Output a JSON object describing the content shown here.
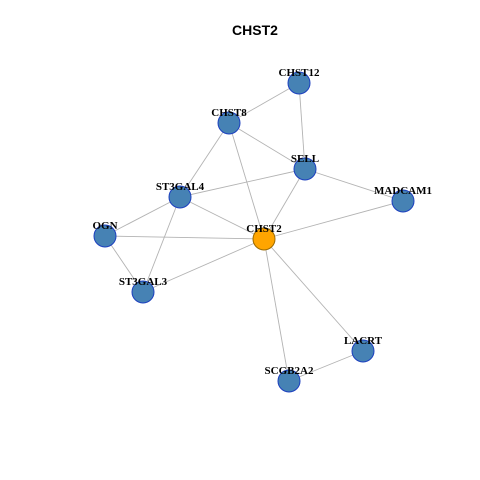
{
  "title": "CHST2",
  "colors": {
    "edge": "#b3b3b3",
    "node_fill": "#4682b4",
    "node_stroke": "#1c3fbf",
    "center_fill": "#ffa500",
    "center_stroke": "#9c6a00"
  },
  "graph": {
    "center": "CHST2",
    "nodes": [
      {
        "id": "CHST12",
        "label": "CHST12"
      },
      {
        "id": "CHST8",
        "label": "CHST8"
      },
      {
        "id": "SELL",
        "label": "SELL"
      },
      {
        "id": "MADCAM1",
        "label": "MADCAM1"
      },
      {
        "id": "ST3GAL4",
        "label": "ST3GAL4"
      },
      {
        "id": "OGN",
        "label": "OGN"
      },
      {
        "id": "CHST2",
        "label": "CHST2"
      },
      {
        "id": "ST3GAL3",
        "label": "ST3GAL3"
      },
      {
        "id": "LACRT",
        "label": "LACRT"
      },
      {
        "id": "SCGB2A2",
        "label": "SCGB2A2"
      }
    ],
    "edges": [
      [
        "CHST12",
        "CHST8"
      ],
      [
        "CHST12",
        "SELL"
      ],
      [
        "CHST8",
        "SELL"
      ],
      [
        "CHST8",
        "ST3GAL4"
      ],
      [
        "CHST8",
        "CHST2"
      ],
      [
        "SELL",
        "ST3GAL4"
      ],
      [
        "SELL",
        "MADCAM1"
      ],
      [
        "SELL",
        "CHST2"
      ],
      [
        "MADCAM1",
        "CHST2"
      ],
      [
        "ST3GAL4",
        "OGN"
      ],
      [
        "ST3GAL4",
        "CHST2"
      ],
      [
        "ST3GAL4",
        "ST3GAL3"
      ],
      [
        "OGN",
        "CHST2"
      ],
      [
        "OGN",
        "ST3GAL3"
      ],
      [
        "ST3GAL3",
        "CHST2"
      ],
      [
        "CHST2",
        "LACRT"
      ],
      [
        "CHST2",
        "SCGB2A2"
      ],
      [
        "LACRT",
        "SCGB2A2"
      ]
    ]
  }
}
